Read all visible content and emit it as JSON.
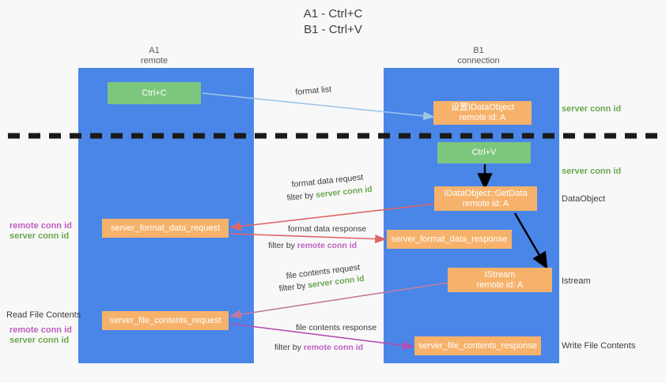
{
  "title": {
    "line1": "A1 - Ctrl+C",
    "line2": "B1 - Ctrl+V"
  },
  "colors": {
    "lane": "#4a86e8",
    "orange": "#f6b26b",
    "green_box": "#7dc67d",
    "green_text": "#6aa84f",
    "magenta_text": "#bf5fbf",
    "background": "#f8f8f8",
    "divider": "#1a1a1a",
    "arrow_blue": "#9fc5e8",
    "arrow_red": "#e06666",
    "arrow_magenta": "#c27ba0",
    "arrow_black": "#000000"
  },
  "columns": [
    {
      "name": "A1",
      "sub": "remote"
    },
    {
      "name": "B1",
      "sub": "connection"
    }
  ],
  "nodes": {
    "ctrl_c": {
      "label": "Ctrl+C"
    },
    "ctrl_v": {
      "label": "Ctrl+V"
    },
    "idataobject": {
      "line1": "设置IDataObject",
      "line2": "remote id: A"
    },
    "getdata": {
      "line1": "IDataObject::GetData",
      "line2": "remote id: A"
    },
    "istream": {
      "line1": "IStream",
      "line2": "remote id: A"
    },
    "fmt_req": {
      "label": "server_format_data_request"
    },
    "fmt_resp": {
      "label": "server_format_data_response"
    },
    "file_req": {
      "label": "server_file_contents_request"
    },
    "file_resp": {
      "label": "server_file_contents_response"
    }
  },
  "arrow_labels": {
    "format_list": "format list",
    "format_data_request": "format data request",
    "format_data_request_filter_prefix": "filter by ",
    "format_data_request_filter_value": "server conn id",
    "format_data_response": "format data response",
    "format_data_response_filter_prefix": "filter by ",
    "format_data_response_filter_value": "remote conn id",
    "file_contents_request": "file contents request",
    "file_contents_request_filter_prefix": "filter by ",
    "file_contents_request_filter_value": "server conn id",
    "file_contents_response": "file contents response",
    "file_contents_response_filter_prefix": "filter by ",
    "file_contents_response_filter_value": "remote conn id"
  },
  "right_labels": {
    "server_conn_id_top": "server conn id",
    "server_conn_id_mid": "server conn id",
    "dataobject": "DataObject",
    "istream": "Istream",
    "write_file_contents": "Write File Contents"
  },
  "left_labels": {
    "remote_conn_id_upper": "remote conn id",
    "server_conn_id_upper": "server conn id",
    "read_file_contents": "Read File Contents",
    "remote_conn_id_lower": "remote conn id",
    "server_conn_id_lower": "server conn id"
  }
}
